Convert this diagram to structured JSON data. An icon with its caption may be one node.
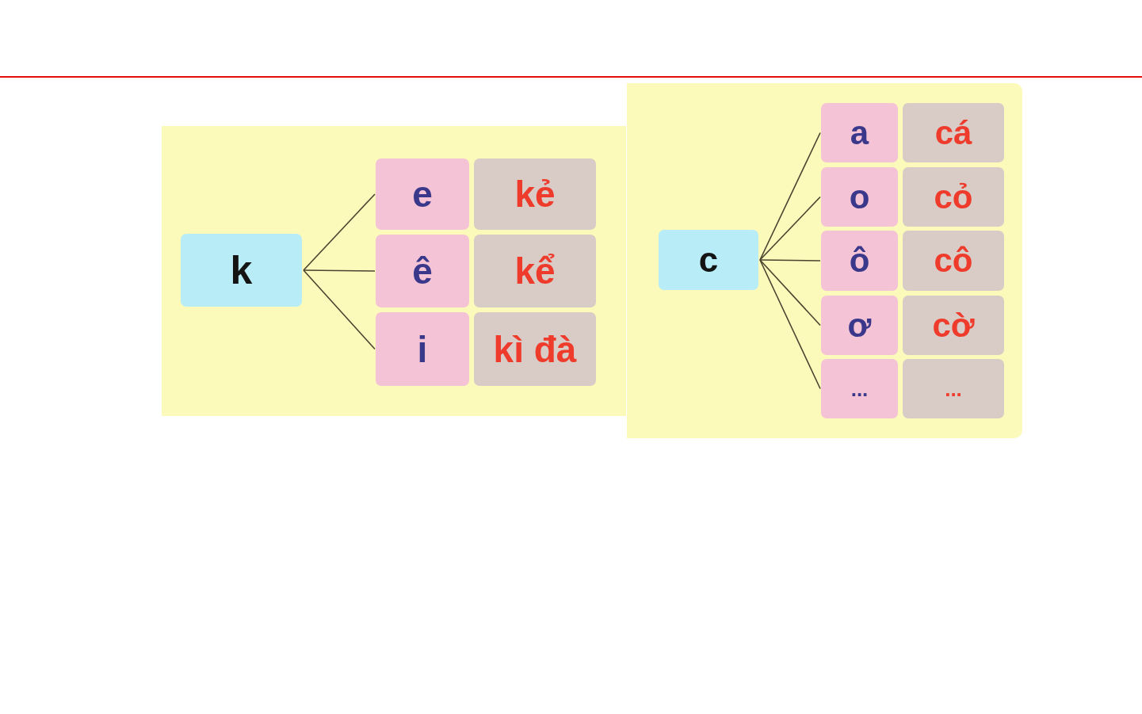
{
  "diagram": {
    "nodes": [
      {
        "text": [],
        "shape": "box"
      },
      {
        "text": [
          "k"
        ],
        "in": 0
      },
      {
        "text": [
          "e"
        ],
        "in": 0
      },
      {
        "text": [
          "kẻ"
        ],
        "in": 0
      },
      {
        "text": [
          "ê"
        ],
        "in": 0
      },
      {
        "text": [
          "kể"
        ],
        "in": 0
      },
      {
        "text": [
          "i"
        ],
        "in": 0
      },
      {
        "text": [
          "kì đà"
        ],
        "in": 0
      },
      {
        "text": [],
        "shape": "box"
      },
      {
        "text": [
          "c"
        ],
        "in": 8
      },
      {
        "text": [
          "a"
        ],
        "in": 8
      },
      {
        "text": [
          "cá"
        ],
        "in": 8
      },
      {
        "text": [
          "o"
        ],
        "in": 8
      },
      {
        "text": [
          "cỏ"
        ],
        "in": 8
      },
      {
        "text": [
          "ô"
        ],
        "in": 8
      },
      {
        "text": [
          "cô"
        ],
        "in": 8
      },
      {
        "text": [
          "ơ"
        ],
        "in": 8
      },
      {
        "text": [
          "cờ"
        ],
        "in": 8
      },
      {
        "text": [
          "..."
        ],
        "in": 8
      },
      {
        "text": [
          "..."
        ],
        "in": 8
      }
    ],
    "edges": [
      {
        "from": 1,
        "to": 2,
        "arrow": "none"
      },
      {
        "from": 1,
        "to": 4,
        "arrow": "none"
      },
      {
        "from": 1,
        "to": 6,
        "arrow": "none"
      },
      {
        "from": 9,
        "to": 10,
        "arrow": "none"
      },
      {
        "from": 9,
        "to": 12,
        "arrow": "none"
      },
      {
        "from": 9,
        "to": 14,
        "arrow": "none"
      },
      {
        "from": 9,
        "to": 16,
        "arrow": "none"
      },
      {
        "from": 9,
        "to": 18,
        "arrow": "none"
      }
    ]
  }
}
